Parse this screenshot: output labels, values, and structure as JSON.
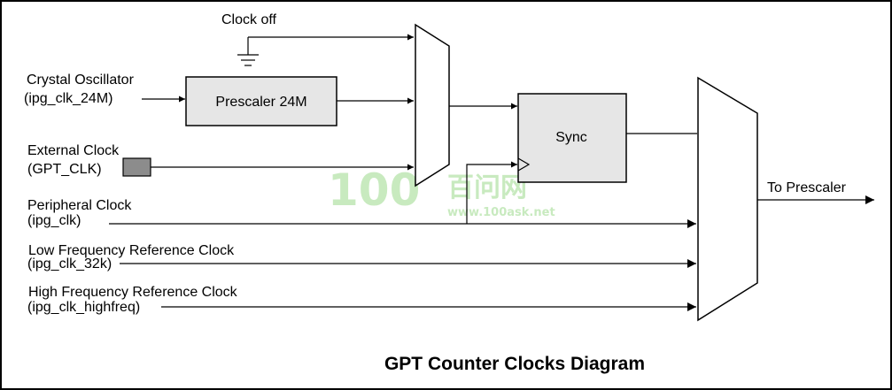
{
  "title": "GPT Counter Clocks Diagram",
  "inputs": {
    "clock_off": "Clock off",
    "crystal_name": "Crystal Oscillator",
    "crystal_signal": "(ipg_clk_24M)",
    "external_name": "External Clock",
    "external_signal": "(GPT_CLK)",
    "peripheral_name": "Peripheral Clock",
    "peripheral_signal": "(ipg_clk)",
    "low_freq_name": "Low Frequency Reference Clock",
    "low_freq_signal": "(ipg_clk_32k)",
    "high_freq_name": "High Frequency Reference Clock",
    "high_freq_signal": "(ipg_clk_highfreq)"
  },
  "blocks": {
    "prescaler_24m": "Prescaler 24M",
    "sync": "Sync"
  },
  "output": "To Prescaler",
  "watermark": {
    "logo": "100",
    "chinese": "百问网",
    "url": "www.100ask.net"
  },
  "colors": {
    "block_fill": "#e6e6e6",
    "ext_pin_fill": "#8c8c8c",
    "line": "#000000",
    "watermark": "#bfe7b5"
  }
}
